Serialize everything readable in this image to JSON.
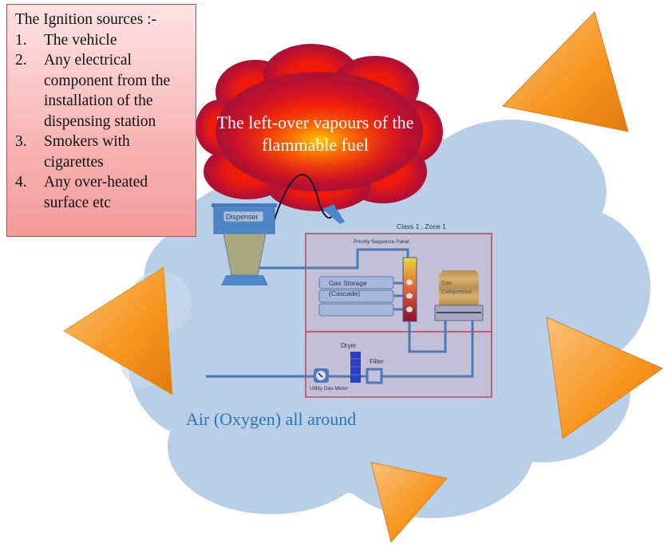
{
  "ignition_box": {
    "title": "The Ignition sources :-",
    "items": [
      {
        "num": "1.",
        "text": "The vehicle"
      },
      {
        "num": "2.",
        "text": "Any electrical component from the installation of the dispensing station"
      },
      {
        "num": "3.",
        "text": "Smokers with cigarettes"
      },
      {
        "num": "4.",
        "text": "Any over-heated surface etc"
      }
    ]
  },
  "fire_cloud": {
    "text": "The left-over vapours of the flammable fuel"
  },
  "air_cloud": {
    "text": "Air (Oxygen) all around"
  },
  "station": {
    "dispenser": "Dispenser",
    "zone_label": "Class 1 , Zone 1",
    "priority_panel": "Priority Sequence Panel",
    "gas_storage_1": "Gas Storage",
    "gas_storage_2": "(Cascade)",
    "compressor_1": "Gas",
    "compressor_2": "Compressor",
    "dryer": "Dryer",
    "filter": "Filter",
    "meter": "Utility Gas Meter"
  },
  "colors": {
    "air": "#b6cde6",
    "fire_core": "#ff2a00",
    "triangle": "#f7941d",
    "zone_border": "#c0405a",
    "pipe": "#4a78b8"
  }
}
